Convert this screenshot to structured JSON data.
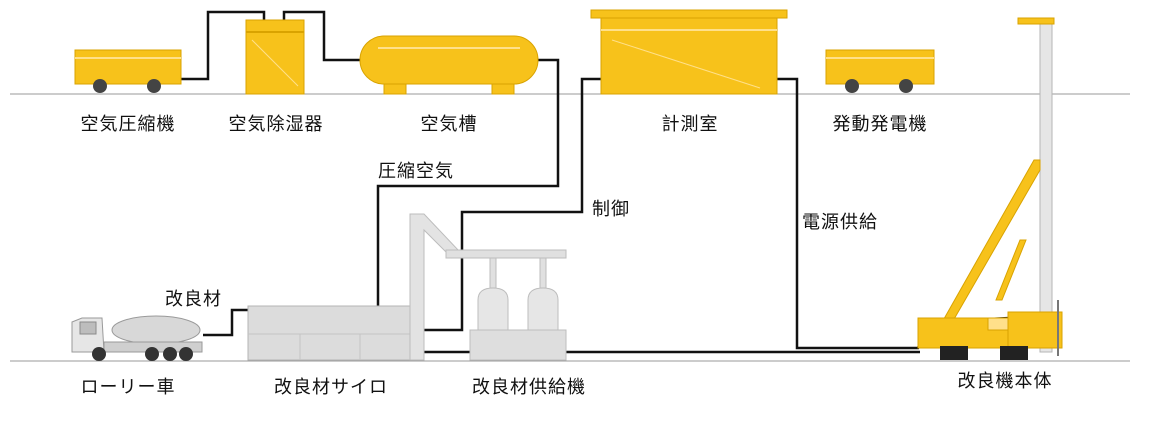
{
  "equipment": {
    "compressor": "空気圧縮機",
    "dehumidifier": "空気除湿器",
    "air_tank": "空気槽",
    "measurement_room": "計測室",
    "generator": "発動発電機",
    "lorry": "ローリー車",
    "silo": "改良材サイロ",
    "feeder": "改良材供給機",
    "main_machine": "改良機本体"
  },
  "flows": {
    "compressed_air": "圧縮空気",
    "control": "制御",
    "power_supply": "電源供給",
    "material": "改良材"
  },
  "colors": {
    "equipment_yellow": "#f7c21b",
    "equipment_yellow_dark": "#d9a300",
    "equipment_gray": "#d8d8d8",
    "line": "#111111"
  }
}
